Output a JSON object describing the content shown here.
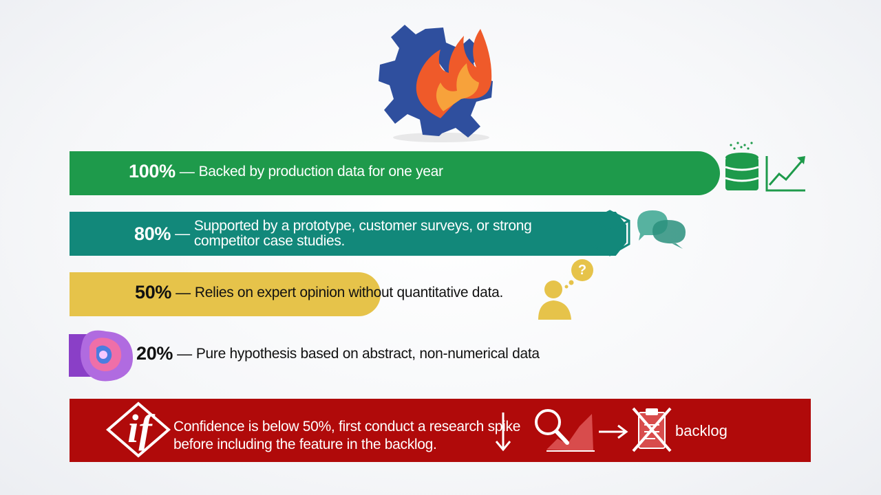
{
  "tiers": [
    {
      "percent": "100%",
      "dash": "—",
      "text": "Backed by production data for one year",
      "color": "#1e9a4b"
    },
    {
      "percent": "80%",
      "dash": "—",
      "text_line1": "Supported by a prototype, customer surveys, or strong",
      "text_line2": "competitor case studies.",
      "color": "#12887a"
    },
    {
      "percent": "50%",
      "dash": "—",
      "text": "Relies on expert opinion without quantitative data.",
      "color": "#e6c34a"
    },
    {
      "percent": "20%",
      "dash": "—",
      "text": "Pure hypothesis based on abstract, non-numerical data",
      "color": "#8a3fc7"
    }
  ],
  "banner": {
    "if_symbol": "if",
    "line1": "Confidence is below 50%, first conduct a research spike",
    "line2": "before including the feature in the backlog.",
    "backlog_label": "backlog",
    "color": "#b00a0a"
  },
  "icons": {
    "logo": "gear-flame-logo-icon",
    "tier100": "database-growth-icon",
    "tier80": "prototype-cube-icon",
    "tier80b": "chat-bubbles-icon",
    "tier50": "thinking-person-icon",
    "tier20": "abstract-blob-icon"
  }
}
